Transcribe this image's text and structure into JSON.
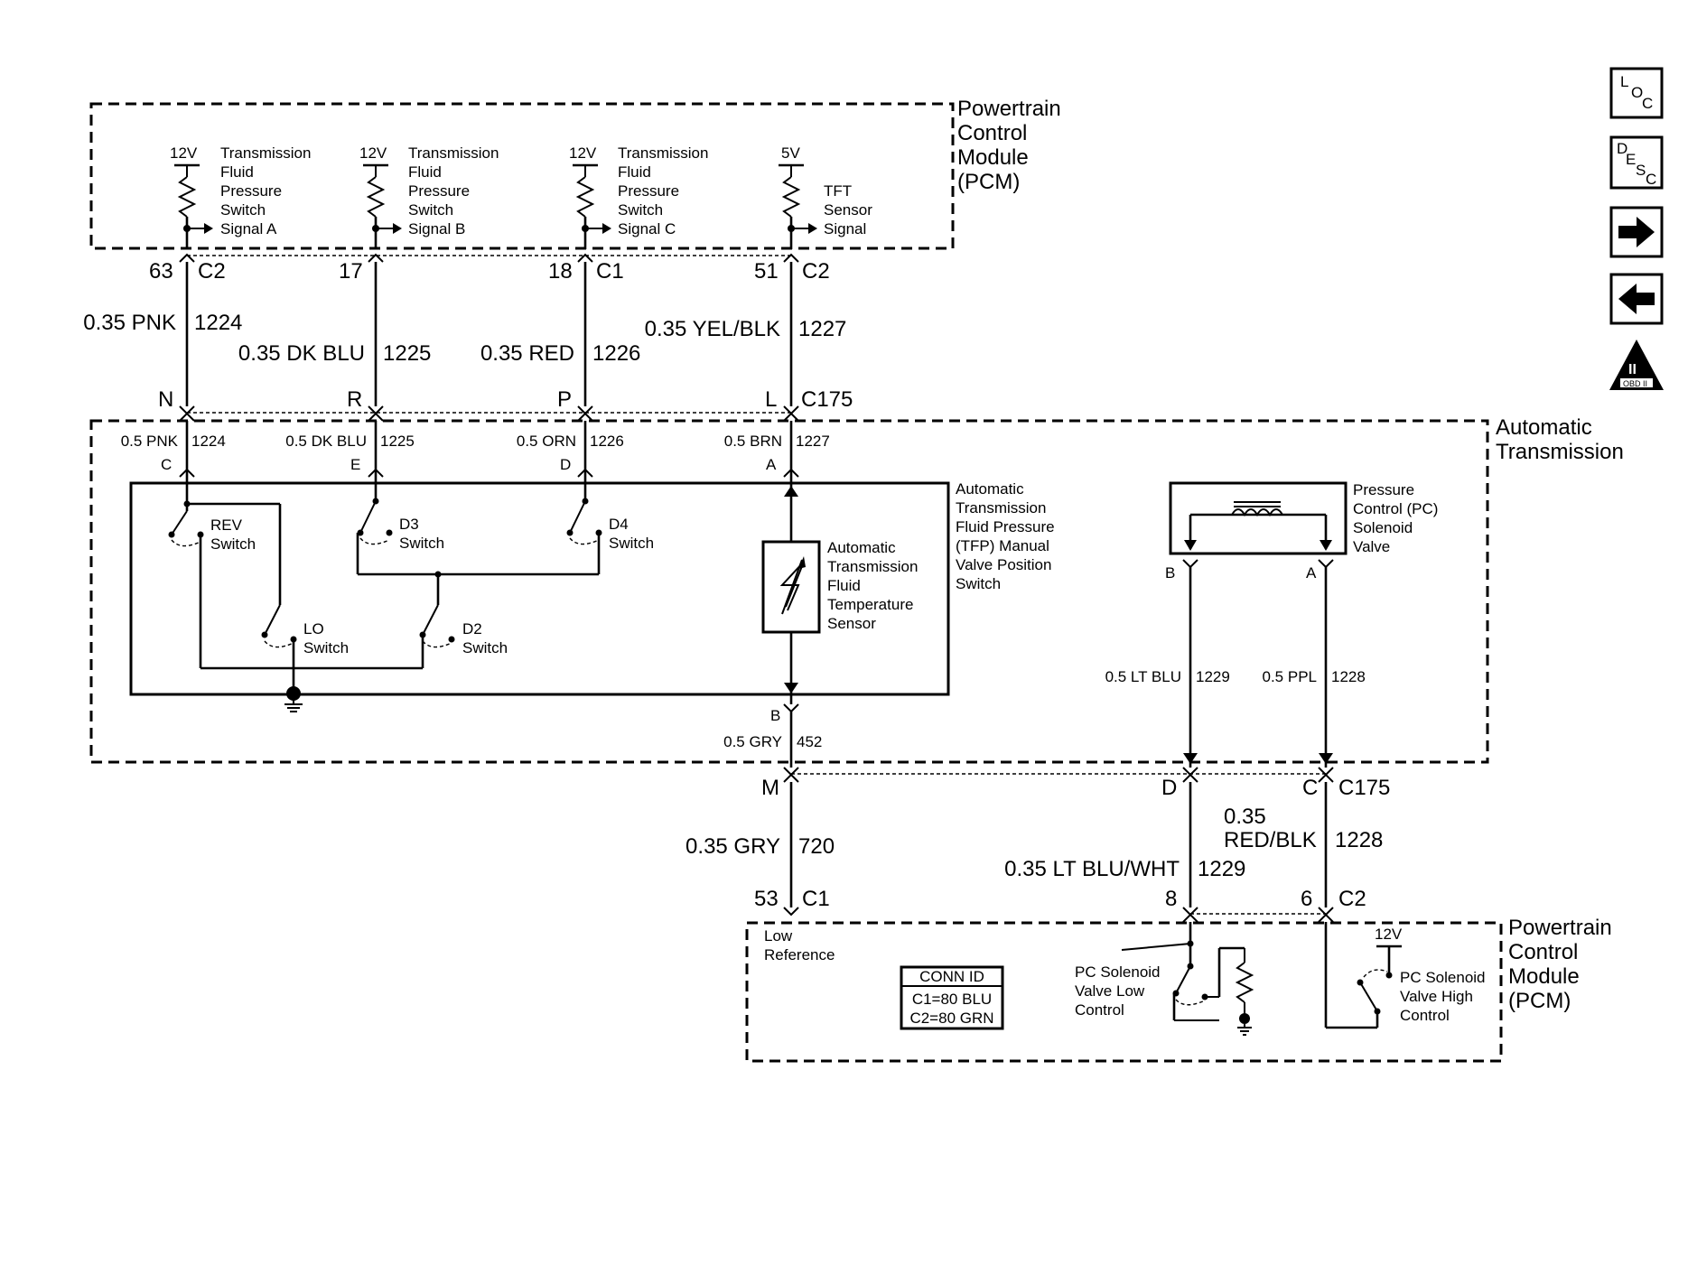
{
  "nav": {
    "loc": {
      "l": "L",
      "o": "O",
      "c": "C"
    },
    "desc": {
      "d": "D",
      "e": "E",
      "s": "S",
      "c": "C"
    },
    "obd": {
      "roman": "II",
      "label": "OBD II"
    }
  },
  "pcm_top": {
    "label": [
      "Powertrain",
      "Control",
      "Module",
      "(PCM)"
    ]
  },
  "pcm_bottom": {
    "label": [
      "Powertrain",
      "Control",
      "Module",
      "(PCM)"
    ]
  },
  "trans": {
    "label": [
      "Automatic",
      "Transmission"
    ]
  },
  "sensors": [
    {
      "volt": "12V",
      "lines": [
        "Transmission",
        "Fluid",
        "Pressure",
        "Switch",
        "Signal A"
      ]
    },
    {
      "volt": "12V",
      "lines": [
        "Transmission",
        "Fluid",
        "Pressure",
        "Switch",
        "Signal B"
      ]
    },
    {
      "volt": "12V",
      "lines": [
        "Transmission",
        "Fluid",
        "Pressure",
        "Switch",
        "Signal C"
      ]
    },
    {
      "volt": "5V",
      "lines": [
        "TFT",
        "Sensor",
        "Signal"
      ]
    }
  ],
  "pcm_pins": [
    {
      "pin": "63",
      "conn": "C2"
    },
    {
      "pin": "17",
      "conn": ""
    },
    {
      "pin": "18",
      "conn": "C1"
    },
    {
      "pin": "51",
      "conn": "C2"
    }
  ],
  "upper_wires": [
    {
      "wire": "0.35 PNK",
      "circuit": "1224"
    },
    {
      "wire": "0.35 DK BLU",
      "circuit": "1225"
    },
    {
      "wire": "0.35 RED",
      "circuit": "1226"
    },
    {
      "wire": "0.35 YEL/BLK",
      "circuit": "1227"
    }
  ],
  "c175_top": {
    "pins": [
      "N",
      "R",
      "P",
      "L"
    ],
    "conn": "C175"
  },
  "inner_wires": [
    {
      "wire": "0.5 PNK",
      "circuit": "1224",
      "pin": "C"
    },
    {
      "wire": "0.5 DK BLU",
      "circuit": "1225",
      "pin": "E"
    },
    {
      "wire": "0.5 ORN",
      "circuit": "1226",
      "pin": "D"
    },
    {
      "wire": "0.5 BRN",
      "circuit": "1227",
      "pin": "A"
    }
  ],
  "switches": {
    "rev": [
      "REV",
      "Switch"
    ],
    "d3": [
      "D3",
      "Switch"
    ],
    "d4": [
      "D4",
      "Switch"
    ],
    "lo": [
      "LO",
      "Switch"
    ],
    "d2": [
      "D2",
      "Switch"
    ]
  },
  "tft_sensor": {
    "lines": [
      "Automatic",
      "Transmission",
      "Fluid",
      "Temperature",
      "Sensor"
    ]
  },
  "tfp_switch": {
    "lines": [
      "Automatic",
      "Transmission",
      "Fluid Pressure",
      "(TFP) Manual",
      "Valve Position",
      "Switch"
    ]
  },
  "pc_solenoid": {
    "lines": [
      "Pressure",
      "Control (PC)",
      "Solenoid",
      "Valve"
    ],
    "pin_b": "B",
    "pin_a": "A"
  },
  "trans_lower": {
    "gry": {
      "pin": "B",
      "wire": "0.5 GRY",
      "circuit": "452"
    },
    "ltblu": {
      "wire": "0.5 LT BLU",
      "circuit": "1229"
    },
    "ppl": {
      "wire": "0.5 PPL",
      "circuit": "1228"
    }
  },
  "c175_bottom": {
    "pins": [
      "M",
      "D",
      "C"
    ],
    "conn": "C175"
  },
  "lower_wires": {
    "gry": {
      "wire": "0.35 GRY",
      "circuit": "720"
    },
    "redblk": {
      "wire_a": "0.35",
      "wire_b": "RED/BLK",
      "circuit": "1228"
    },
    "ltbluwht": {
      "wire": "0.35 LT BLU/WHT",
      "circuit": "1229"
    }
  },
  "pcm_bottom_pins": [
    {
      "pin": "53",
      "conn": "C1"
    },
    {
      "pin": "8",
      "conn": ""
    },
    {
      "pin": "6",
      "conn": "C2"
    }
  ],
  "low_ref": [
    "Low",
    "Reference"
  ],
  "conn_id": {
    "title": "CONN ID",
    "c1": "C1=80 BLU",
    "c2": "C2=80 GRN"
  },
  "pc_low": [
    "PC Solenoid",
    "Valve Low",
    "Control"
  ],
  "pc_high": {
    "volt": "12V",
    "lines": [
      "PC Solenoid",
      "Valve High",
      "Control"
    ]
  }
}
